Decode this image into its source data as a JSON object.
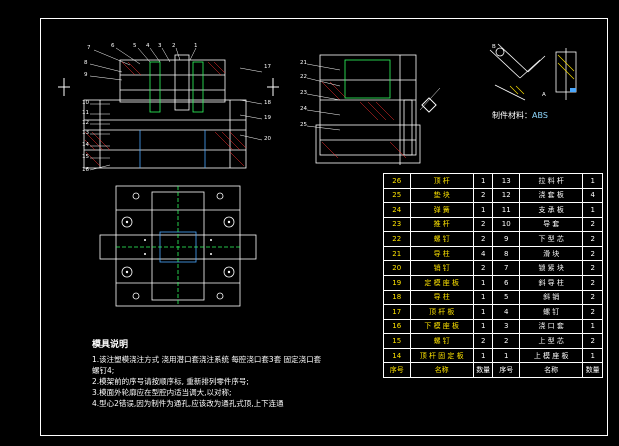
{
  "material": {
    "label": "制件材料：",
    "value": "ABS"
  },
  "notes": {
    "title": "模具说明",
    "lines": [
      "1.该注塑模浇注方式 浇用潜口套浇注系统 每腔浇口套3套 固定浇口套",
      "螺钉4;",
      "2.模架前的序号请按顺序标, 重新排列零件序号;",
      "3.模面外轮廓应在型腔内适当调大,以对称;",
      "4.型心2错误,因为制件为通孔,应该改为通孔式顶,上下连通"
    ]
  },
  "bom": {
    "header": [
      "序号",
      "名称",
      "数量",
      "序号",
      "名称",
      "数量"
    ],
    "rows": [
      [
        "26",
        "顶 杆",
        "1",
        "13",
        "拉 料 杆",
        "1"
      ],
      [
        "25",
        "垫 块",
        "2",
        "12",
        "浇 套 板",
        "4"
      ],
      [
        "24",
        "弹 簧",
        "1",
        "11",
        "支 承 板",
        "1"
      ],
      [
        "23",
        "推 杆",
        "2",
        "10",
        "导 套",
        "2"
      ],
      [
        "22",
        "螺 钉",
        "2",
        "9",
        "下 型 芯",
        "2"
      ],
      [
        "21",
        "导 柱",
        "4",
        "8",
        "滑 块",
        "2"
      ],
      [
        "20",
        "销 钉",
        "2",
        "7",
        "锁 紧 块",
        "2"
      ],
      [
        "19",
        "定 模 座 板",
        "1",
        "6",
        "斜 导 柱",
        "2"
      ],
      [
        "18",
        "导 柱",
        "1",
        "5",
        "斜 销",
        "2"
      ],
      [
        "17",
        "顶 杆 板",
        "1",
        "4",
        "螺 钉",
        "2"
      ],
      [
        "16",
        "下 模 座 板",
        "1",
        "3",
        "浇 口 套",
        "1"
      ],
      [
        "15",
        "螺 钉",
        "2",
        "2",
        "上 型 芯",
        "2"
      ],
      [
        "14",
        "顶 杆 固 定 板",
        "1",
        "1",
        "上 模 座 板",
        "1"
      ]
    ]
  },
  "colors": {
    "line": "#ffffff",
    "hatch": "#ff3030",
    "accent": "#ffe400",
    "blue": "#4aa8ff",
    "green": "#30ff60"
  },
  "callouts_left": [
    "7",
    "6",
    "5",
    "4",
    "3",
    "2",
    "1",
    "8",
    "9",
    "10",
    "11",
    "12",
    "13",
    "14",
    "15",
    "16"
  ],
  "callouts_right": [
    "17",
    "18",
    "19",
    "20"
  ],
  "callouts_mid": [
    "21",
    "22",
    "23",
    "24",
    "25"
  ],
  "callouts_small": [
    "B",
    "A"
  ]
}
